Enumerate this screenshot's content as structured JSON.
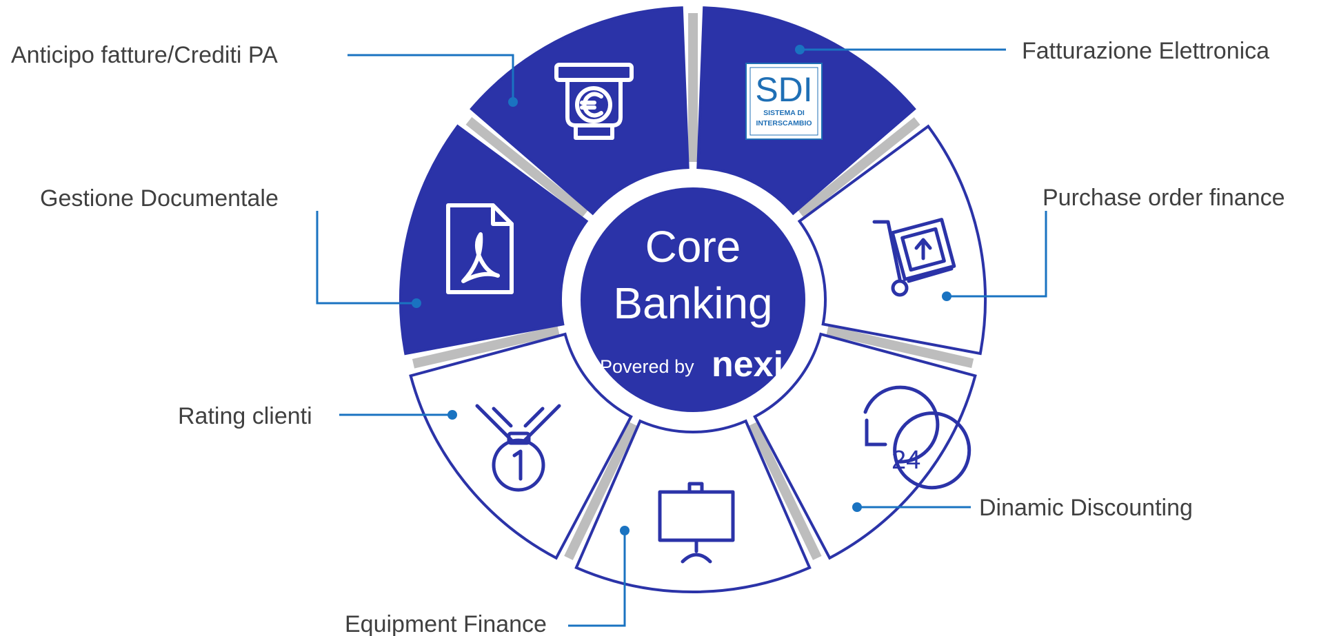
{
  "center": {
    "title_line1": "Core",
    "title_line2": "Banking",
    "powered_by": "Povered by",
    "brand": "nexi"
  },
  "segments": [
    {
      "label": "Anticipo fatture/Crediti PA",
      "icon": "euro-atm-icon",
      "filled": true
    },
    {
      "label": "Fatturazione Elettronica",
      "icon": "sdi-logo",
      "filled": true
    },
    {
      "label": "Purchase order finance",
      "icon": "hand-truck-icon",
      "filled": false
    },
    {
      "label": "Dinamic Discounting",
      "icon": "clock-24-icon",
      "filled": false
    },
    {
      "label": "Equipment Finance",
      "icon": "presentation-board-icon",
      "filled": false
    },
    {
      "label": "Rating clienti",
      "icon": "medal-icon",
      "filled": false
    },
    {
      "label": "Gestione Documentale",
      "icon": "pdf-document-icon",
      "filled": true
    }
  ],
  "sdi": {
    "big": "SDI",
    "line1": "SISTEMA DI",
    "line2": "INTERSCAMBIO"
  },
  "colors": {
    "primary": "#2b33a8",
    "outline": "#2b33a8",
    "leader": "#1a73c1",
    "gap": "#bdbdbd",
    "text": "#404040"
  }
}
